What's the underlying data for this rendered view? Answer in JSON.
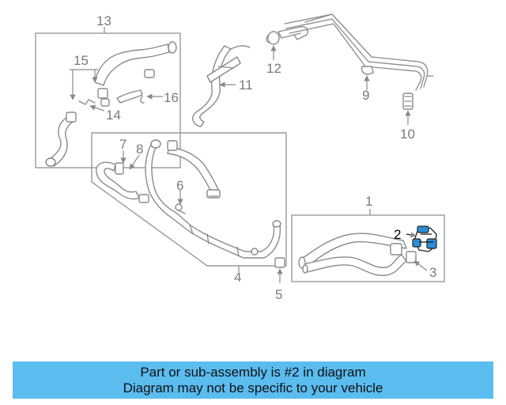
{
  "diagram": {
    "callouts": [
      "1",
      "2",
      "3",
      "4",
      "5",
      "6",
      "7",
      "8",
      "9",
      "10",
      "11",
      "12",
      "13",
      "14",
      "15",
      "16"
    ],
    "highlight_part": "2",
    "highlight_color": "#2b8fd8"
  },
  "banner": {
    "line1": "Part or sub-assembly is #2 in diagram",
    "line2": "Diagram may not be specific to your vehicle",
    "background": "#5bbcf0"
  }
}
